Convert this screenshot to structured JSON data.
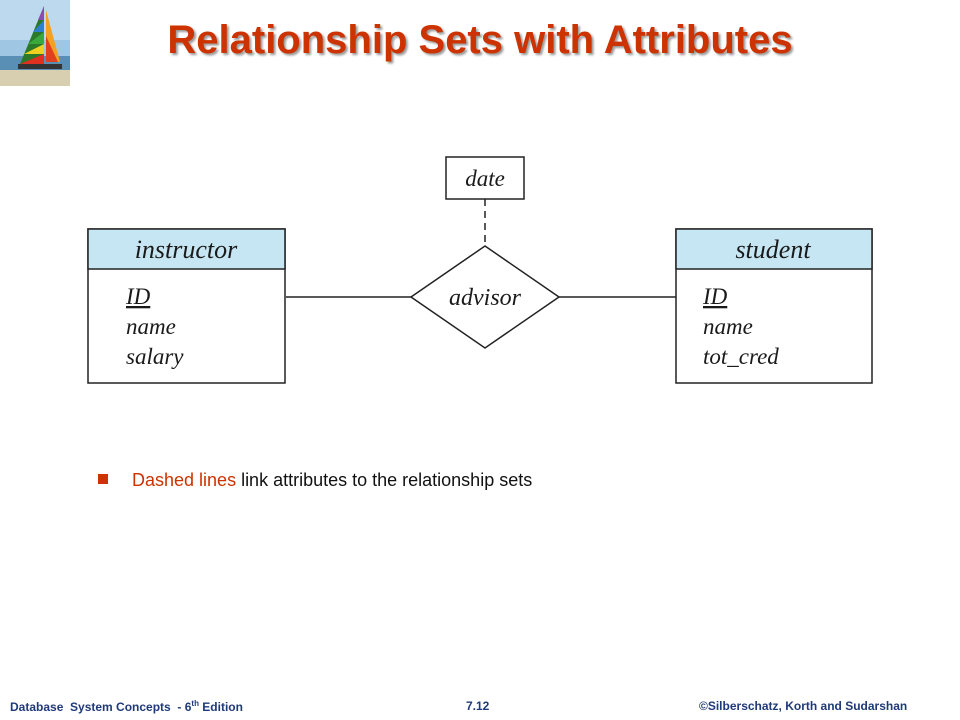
{
  "slide": {
    "title": "Relationship Sets with Attributes"
  },
  "diagram": {
    "relationship": "advisor",
    "relationship_attribute": "date",
    "entities": [
      {
        "name": "instructor",
        "attributes": [
          "ID",
          "name",
          "salary"
        ],
        "primary_key": "ID"
      },
      {
        "name": "student",
        "attributes": [
          "ID",
          "name",
          "tot_cred"
        ],
        "primary_key": "ID"
      }
    ]
  },
  "bullet": {
    "highlight": "Dashed lines",
    "rest": " link attributes to the relationship sets"
  },
  "footer": {
    "left_main": "Database  System Concepts  - 6",
    "left_sup": "th",
    "left_end": " Edition",
    "center": "7.12",
    "right": "©Silberschatz, Korth and Sudarshan"
  },
  "colors": {
    "title": "#cc3300",
    "entity_header": "#c6e6f3",
    "footer": "#1f3a78",
    "bullet": "#cc3300"
  }
}
